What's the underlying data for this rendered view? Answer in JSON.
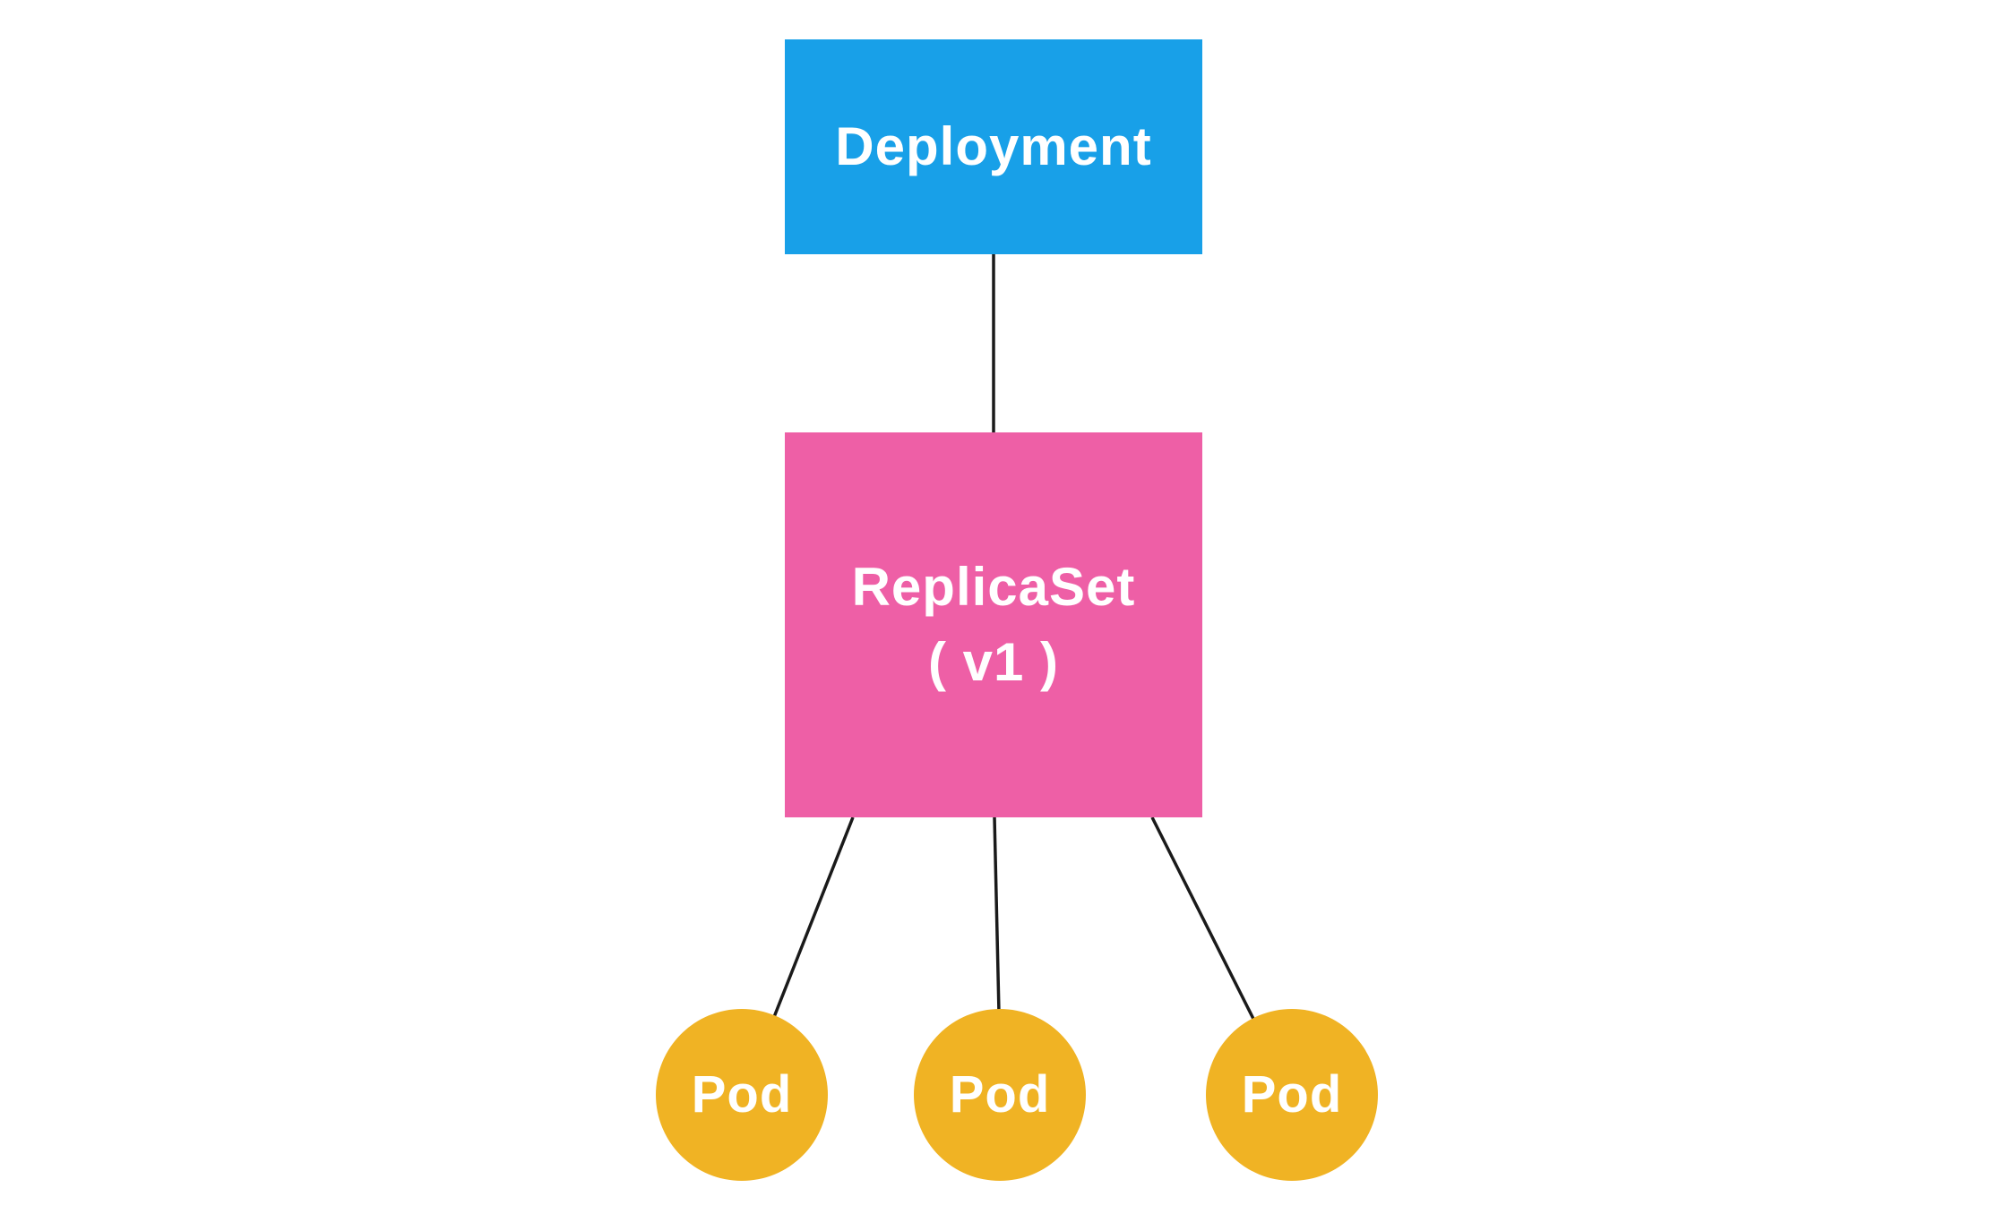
{
  "diagram": {
    "kind": "kubernetes-hierarchy",
    "background_color": "#ffffff",
    "edge_color": "#1a1a1a",
    "nodes": {
      "deployment": {
        "label": "Deployment",
        "shape": "rectangle",
        "fill_color": "#18A0E8",
        "text_color": "#ffffff"
      },
      "replicaset": {
        "label": "ReplicaSet",
        "sublabel": "( v1 )",
        "shape": "rectangle",
        "fill_color": "#EE5FA6",
        "text_color": "#ffffff"
      },
      "pods": [
        {
          "label": "Pod"
        },
        {
          "label": "Pod"
        },
        {
          "label": "Pod"
        }
      ],
      "pod_style": {
        "shape": "circle",
        "fill_color": "#F0B324",
        "text_color": "#ffffff"
      }
    },
    "edges": [
      {
        "from": "deployment",
        "to": "replicaset"
      },
      {
        "from": "replicaset",
        "to": "pod-1"
      },
      {
        "from": "replicaset",
        "to": "pod-2"
      },
      {
        "from": "replicaset",
        "to": "pod-3"
      }
    ]
  }
}
